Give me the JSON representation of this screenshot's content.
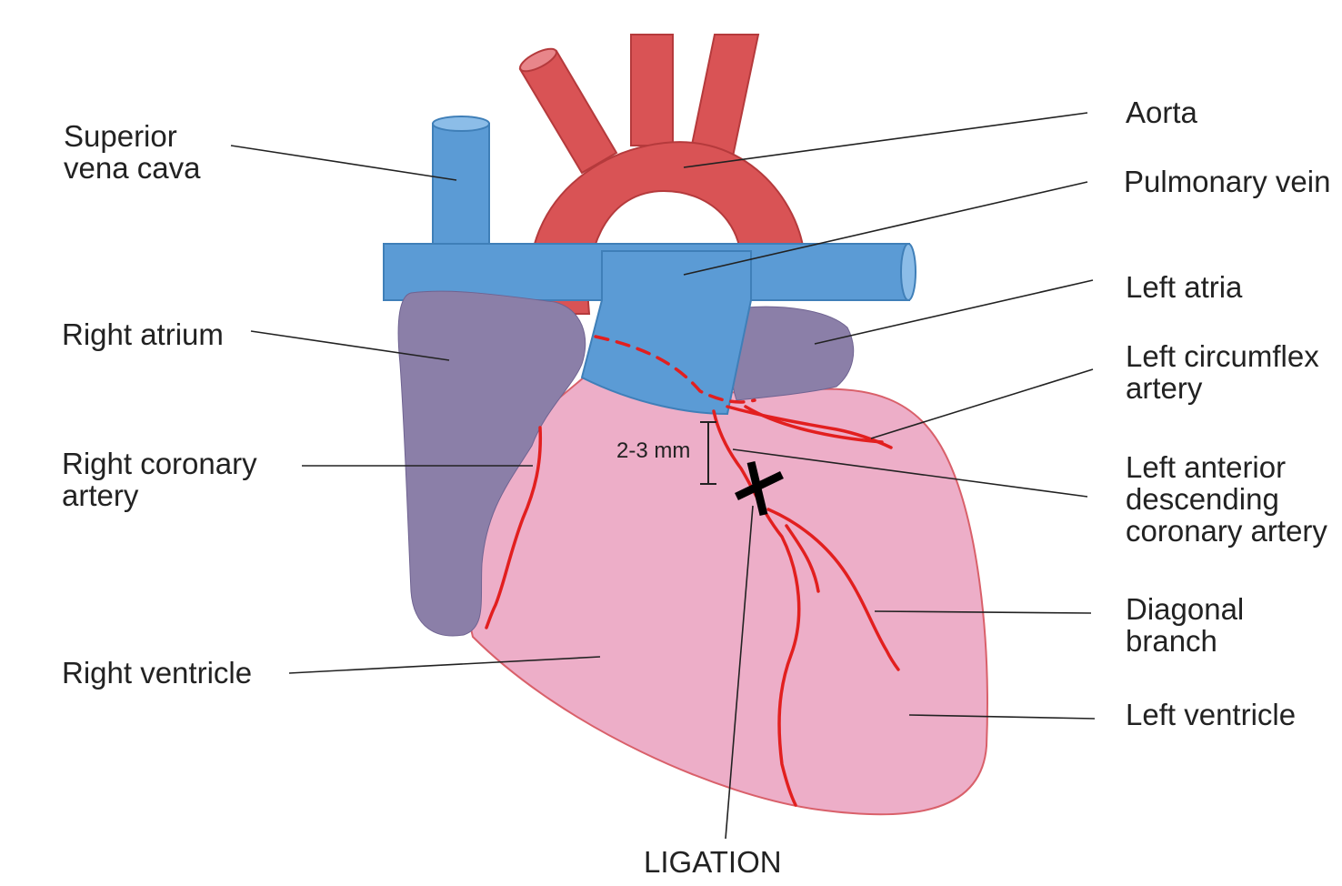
{
  "colors": {
    "aorta": "#d95355",
    "aorta_stroke": "#b53a3c",
    "vein": "#5b9bd5",
    "vein_stroke": "#3f7fb8",
    "atrium": "#8b7fa8",
    "ventricle": "#edaec8",
    "ventricle_stroke": "#d9606a",
    "artery": "#e21f1f",
    "leader": "#222222"
  },
  "labels": {
    "superior_vena_cava": [
      "Superior",
      "vena cava"
    ],
    "right_atrium": [
      "Right atrium"
    ],
    "right_coronary_artery": [
      "Right coronary",
      "artery"
    ],
    "right_ventricle": [
      "Right ventricle"
    ],
    "aorta": [
      "Aorta"
    ],
    "pulmonary_vein": [
      "Pulmonary vein"
    ],
    "left_atria": [
      "Left atria"
    ],
    "left_circumflex_artery": [
      "Left circumflex",
      "artery"
    ],
    "left_anterior_descending": [
      "Left anterior",
      "descending",
      "coronary artery"
    ],
    "diagonal_branch": [
      "Diagonal",
      "branch"
    ],
    "left_ventricle": [
      "Left ventricle"
    ],
    "ligation": [
      "LIGATION"
    ]
  },
  "measurement": "2-3 mm"
}
